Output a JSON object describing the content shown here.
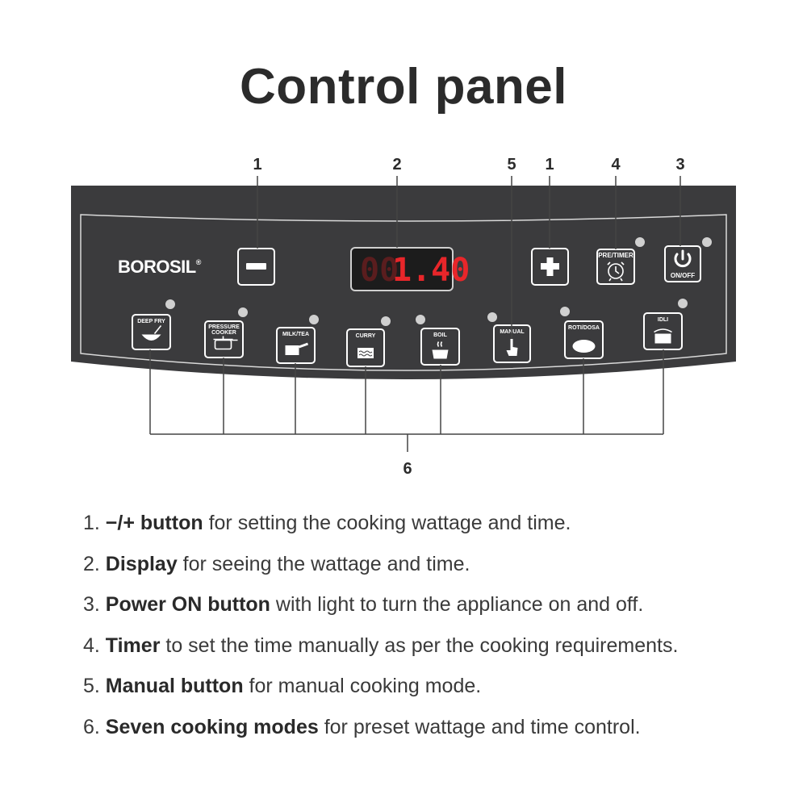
{
  "title": "Control panel",
  "brand": "BOROSIL",
  "brand_mark": "®",
  "display": {
    "value": "1.40",
    "dim_digits": "00",
    "color": "#e8262a"
  },
  "callouts": {
    "minus": "1",
    "plus": "1",
    "display": "2",
    "power": "3",
    "timer": "4",
    "manual": "5",
    "modes": "6"
  },
  "buttons": {
    "minus_icon": "minus-icon",
    "plus_icon": "plus-icon",
    "timer_label": "PRE/TIMER",
    "timer_icon": "alarm-clock-icon",
    "power_label": "ON/OFF",
    "power_icon": "power-icon"
  },
  "modes": [
    {
      "label": "DEEP FRY",
      "icon": "wok-icon"
    },
    {
      "label": "PRESSURE COOKER",
      "icon": "pressure-cooker-icon"
    },
    {
      "label": "MILK/TEA",
      "icon": "milk-pan-icon"
    },
    {
      "label": "CURRY",
      "icon": "curry-pot-icon"
    },
    {
      "label": "BOIL",
      "icon": "boil-pot-icon"
    },
    {
      "label": "MANUAL",
      "icon": "hand-pointer-icon"
    },
    {
      "label": "ROTI/DOSA",
      "icon": "roti-icon"
    },
    {
      "label": "IDLI",
      "icon": "idli-steamer-icon"
    }
  ],
  "legend": [
    {
      "num": "1.",
      "symbol": "−/+",
      "bold": " button",
      "rest": " for setting the cooking wattage and time."
    },
    {
      "num": "2.",
      "symbol": "",
      "bold": "Display",
      "rest": " for seeing the wattage and time."
    },
    {
      "num": "3.",
      "symbol": "",
      "bold": "Power ON button",
      "rest": " with light to turn the appliance on and off."
    },
    {
      "num": "4.",
      "symbol": "",
      "bold": "Timer",
      "rest": " to set the time manually as per the cooking requirements."
    },
    {
      "num": "5.",
      "symbol": "",
      "bold": "Manual button",
      "rest": " for manual cooking mode."
    },
    {
      "num": "6.",
      "symbol": "",
      "bold": "Seven cooking modes",
      "rest": " for preset wattage and time control."
    }
  ],
  "colors": {
    "panel": "#3b3b3d",
    "panel_line": "#d9d9d9",
    "text_dark": "#2b2b2b",
    "led_off": "#5a1d1e"
  }
}
